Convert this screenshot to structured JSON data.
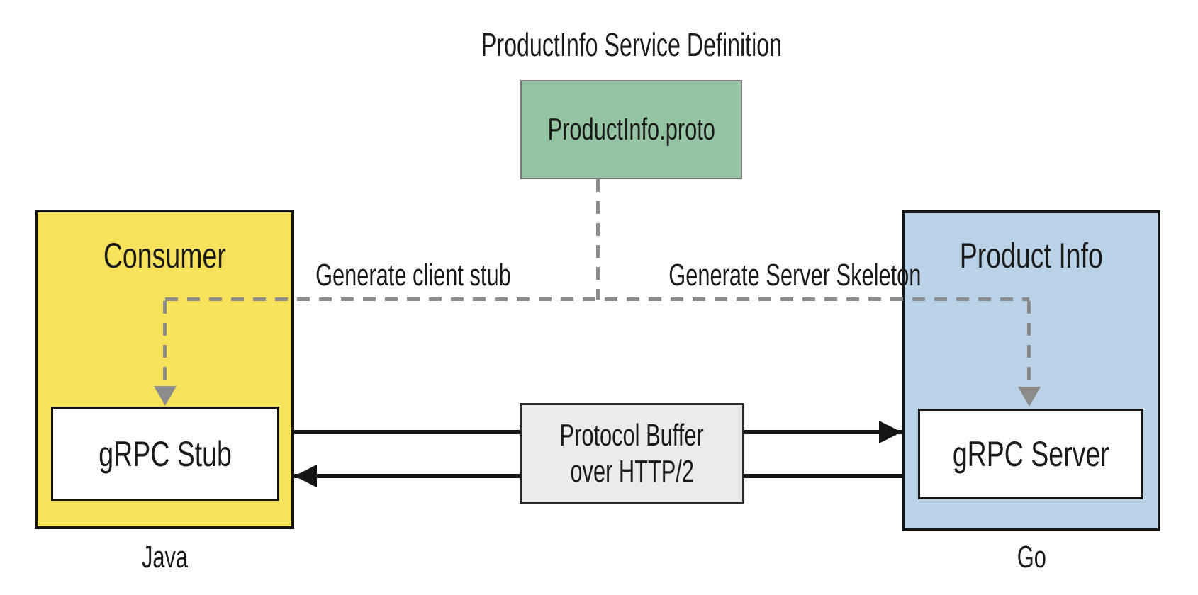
{
  "title": "ProductInfo Service Definition",
  "nodes": {
    "proto": {
      "label": "ProductInfo.proto",
      "fill": "#95c4a2"
    },
    "consumer": {
      "title": "Consumer",
      "inner": "gRPC Stub",
      "caption": "Java",
      "fill": "#f7e25c"
    },
    "product_info": {
      "title": "Product Info",
      "inner": "gRPC Server",
      "caption": "Go",
      "fill": "#b9d2e7"
    },
    "transport": {
      "line1": "Protocol Buffer",
      "line2": "over HTTP/2",
      "fill": "#ebebeb"
    }
  },
  "edges": {
    "generate_client": {
      "label": "Generate client stub",
      "style": "dashed",
      "color": "#8c8c8c"
    },
    "generate_server": {
      "label": "Generate Server Skeleton",
      "style": "dashed",
      "color": "#8c8c8c"
    },
    "rpc_request": {
      "style": "solid",
      "color": "#141414",
      "direction": "stub-to-server"
    },
    "rpc_response": {
      "style": "solid",
      "color": "#141414",
      "direction": "server-to-stub"
    }
  }
}
